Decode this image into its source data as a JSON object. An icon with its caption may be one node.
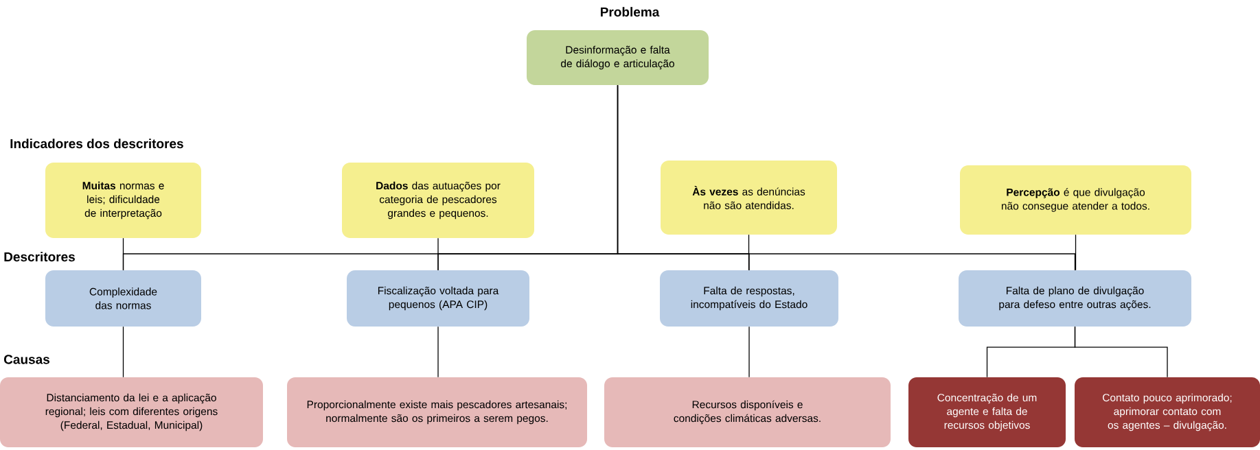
{
  "diagram": {
    "nodes": [
      {
        "text": [
          "Desinformação e falta de diálogo e articulação"
        ]
      },
      {
        "text": [
          "**Muitas** normas e leis; dificuldade de interpretação"
        ]
      },
      {
        "text": [
          "**Dados** das autuações por categoria de pescadores grandes e pequenos."
        ]
      },
      {
        "text": [
          "**Às vezes** as denúncias não são atendidas."
        ]
      },
      {
        "text": [
          "**Percepção** é que divulgação não consegue atender a todos."
        ]
      },
      {
        "text": [
          "Complexidade das normas"
        ]
      },
      {
        "text": [
          "Fiscalização voltada para pequenos (APA CIP)"
        ]
      },
      {
        "text": [
          "Falta de respostas, incompatíveis do Estado"
        ]
      },
      {
        "text": [
          "Falta de plano de divulgação para defeso entre outras ações."
        ]
      },
      {
        "text": [
          "Distanciamento da lei e a aplicação regional; leis com diferentes origens (Federal, Estadual, Municipal)"
        ]
      },
      {
        "text": [
          "Proporcionalmente existe mais pescadores artesanais; normalmente são os primeiros a serem pegos."
        ]
      },
      {
        "text": [
          "Recursos disponíveis e condições climáticas adversas."
        ]
      },
      {
        "text": [
          "Concentração de um agente e falta de recursos objetivos"
        ]
      },
      {
        "text": [
          "Contato pouco aprimorado; aprimorar contato com os agentes – divulgação."
        ]
      }
    ],
    "edges": [
      {
        "from": 0,
        "to": 5,
        "arrow": "none"
      },
      {
        "from": 0,
        "to": 6,
        "arrow": "none"
      },
      {
        "from": 0,
        "to": 7,
        "arrow": "none"
      },
      {
        "from": 0,
        "to": 8,
        "arrow": "none"
      },
      {
        "from": 1,
        "to": 5,
        "arrow": "none"
      },
      {
        "from": 2,
        "to": 6,
        "arrow": "none"
      },
      {
        "from": 3,
        "to": 7,
        "arrow": "none"
      },
      {
        "from": 4,
        "to": 8,
        "arrow": "none"
      },
      {
        "from": 5,
        "to": 9,
        "arrow": "none"
      },
      {
        "from": 6,
        "to": 10,
        "arrow": "none"
      },
      {
        "from": 7,
        "to": 11,
        "arrow": "none"
      },
      {
        "from": 8,
        "to": 12,
        "arrow": "none"
      },
      {
        "from": 8,
        "to": 13,
        "arrow": "none"
      }
    ],
    "labels": [
      "Problema",
      "Indicadores dos descritores",
      "Descritores",
      "Causas"
    ]
  }
}
